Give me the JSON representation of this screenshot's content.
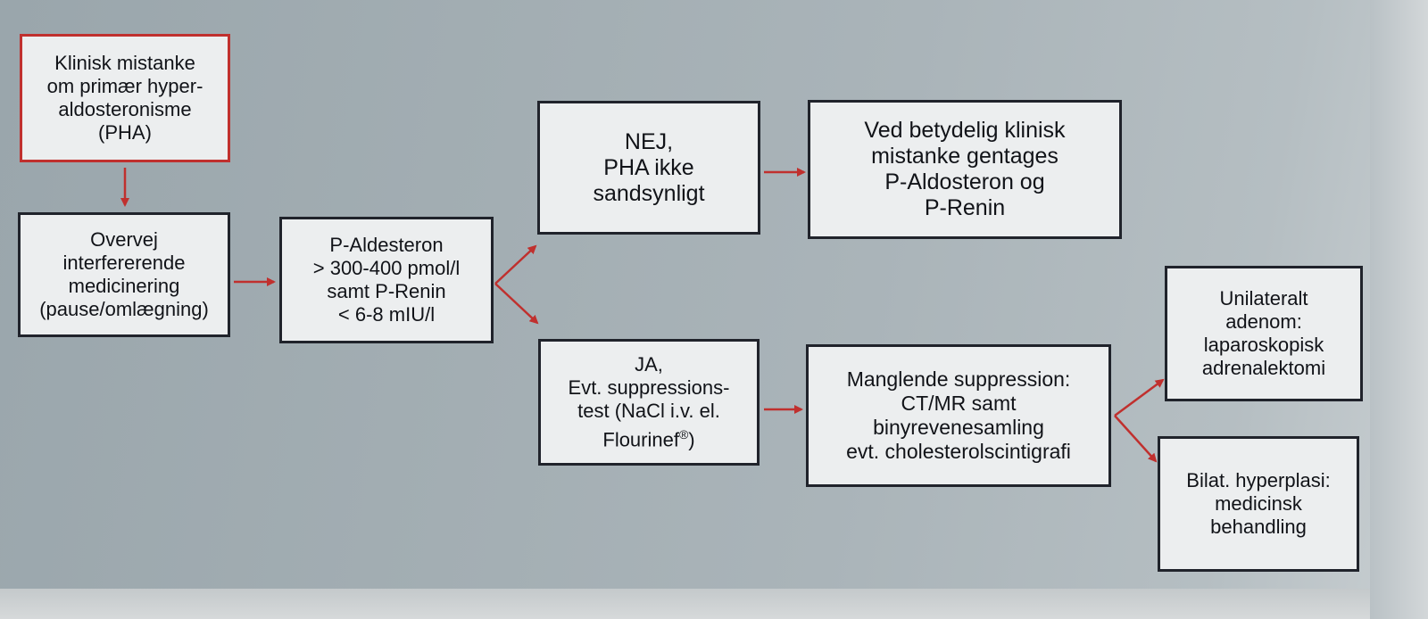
{
  "colors": {
    "arrow": "#c0302e",
    "box_border": "#20232b",
    "start_border": "#c0302e",
    "box_fill": "#eceeef"
  },
  "nodes": {
    "start": "Klinisk mistanke\nom primær hyper-\naldosteronisme\n(PHA)",
    "medication": "Overvej\ninterfererende\nmedicinering\n(pause/omlægning)",
    "lab": "P-Aldesteron\n> 300-400 pmol/l\nsamt P-Renin\n< 6-8 mIU/l",
    "no": "NEJ,\nPHA ikke\nsandsynligt",
    "repeat": "Ved betydelig klinisk\nmistanke gentages\nP-Aldosteron og\nP-Renin",
    "yes_prefix": "JA,\nEvt. suppressions-\ntest (NaCl i.v. el.\nFlourinef",
    "yes_sup": "®",
    "yes_suffix": ")",
    "suppression": "Manglende suppression:\nCT/MR samt\nbinyrevenesamling\nevt. cholesterolscintigrafi",
    "unilateral": "Unilateralt\nadenom:\nlaparoskopisk\nadrenalektomi",
    "bilateral": "Bilat. hyperplasi:\nmedicinsk\nbehandling"
  }
}
